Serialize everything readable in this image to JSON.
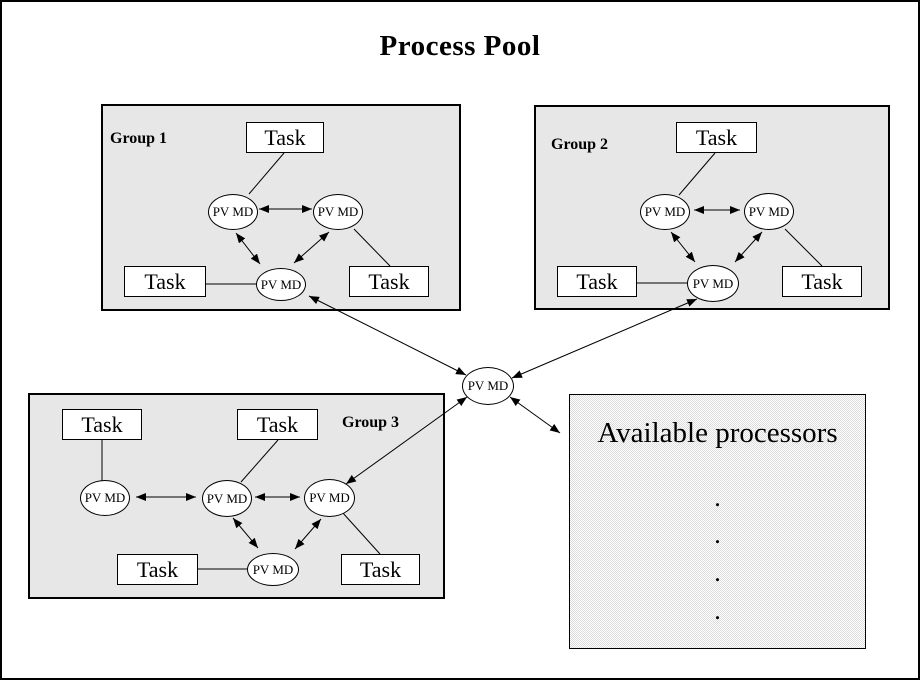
{
  "title": "Process Pool",
  "labels": {
    "task": "Task",
    "pvmd": "PV MD"
  },
  "groups": [
    {
      "name": "Group 1"
    },
    {
      "name": "Group 2"
    },
    {
      "name": "Group 3"
    }
  ],
  "available": {
    "title": "Available processors",
    "dots": [
      ".",
      ".",
      ".",
      "."
    ]
  },
  "colors": {
    "group_fill": "#e7e7e7",
    "node_fill": "#ffffff",
    "line": "#000000",
    "background": "#ffffff",
    "available_pattern": [
      "#ffffff",
      "#dcdcdc"
    ]
  }
}
